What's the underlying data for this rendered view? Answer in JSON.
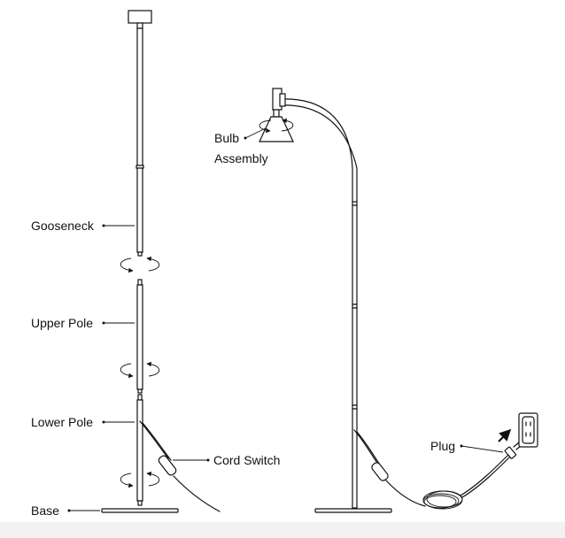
{
  "labels": {
    "gooseneck": "Gooseneck",
    "upper_pole": "Upper Pole",
    "lower_pole": "Lower Pole",
    "base": "Base",
    "cord_switch": "Cord Switch",
    "bulb_line1": "Bulb",
    "bulb_line2": "Assembly",
    "plug": "Plug"
  },
  "colors": {
    "line": "#111111",
    "background": "#ffffff"
  },
  "icons": [
    "rotation-arrow-icon",
    "power-outlet-icon",
    "direction-arrow-icon"
  ]
}
